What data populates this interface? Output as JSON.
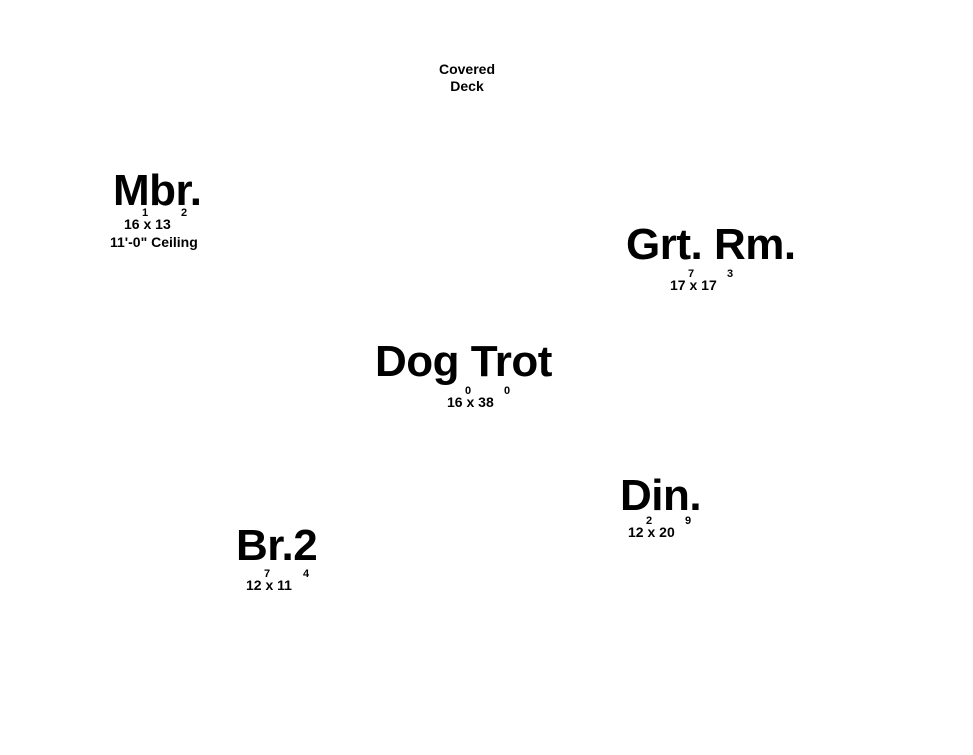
{
  "deck": {
    "line1": "Covered",
    "line2": "Deck"
  },
  "rooms": {
    "mbr": {
      "name": "Mbr.",
      "width": "16",
      "width_inches": "1",
      "length": "13",
      "length_inches": "2",
      "ceiling": "11'-0\" Ceiling"
    },
    "grt": {
      "name": "Grt. Rm.",
      "width": "17",
      "width_inches": "7",
      "length": "17",
      "length_inches": "3"
    },
    "dog": {
      "name": "Dog Trot",
      "width": "16",
      "width_inches": "0",
      "length": "38",
      "length_inches": "0"
    },
    "din": {
      "name": "Din.",
      "width": "12",
      "width_inches": "2",
      "length": "20",
      "length_inches": "9"
    },
    "br2": {
      "name": "Br.2",
      "width": "12",
      "width_inches": "7",
      "length": "11",
      "length_inches": "4"
    }
  },
  "separator": "x"
}
